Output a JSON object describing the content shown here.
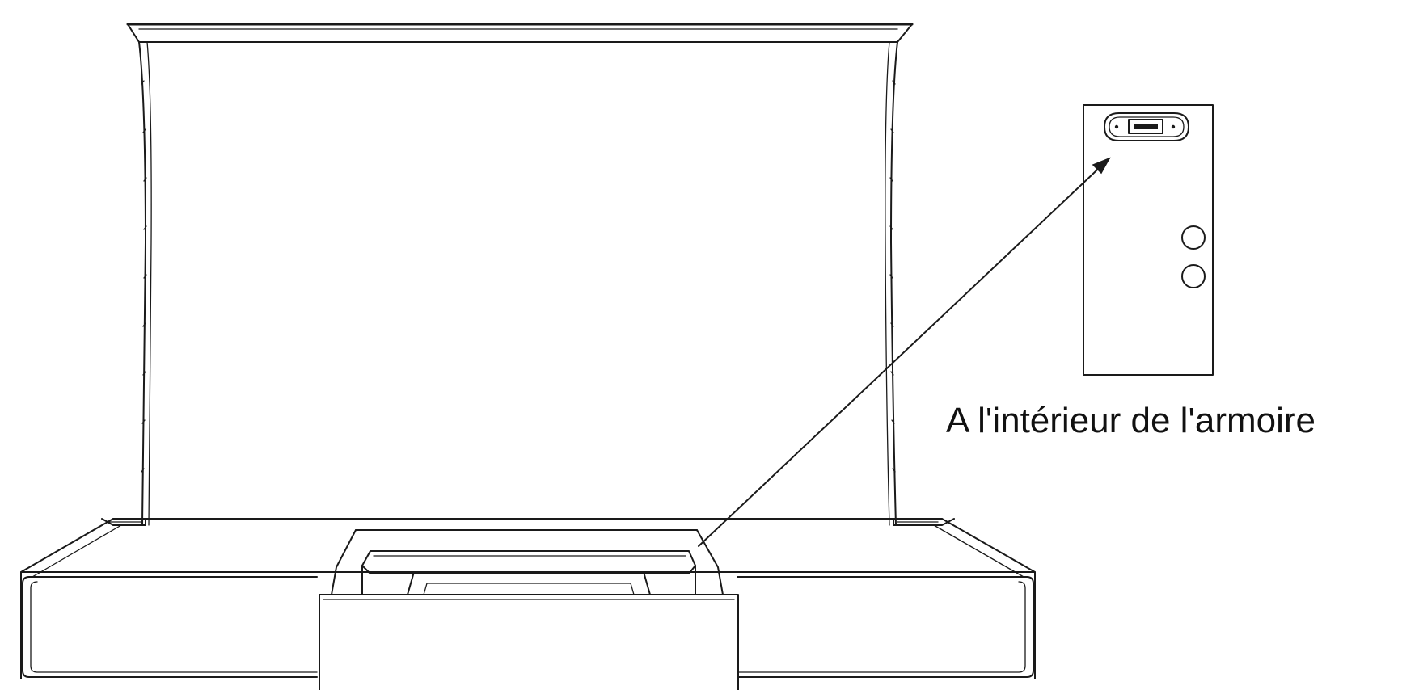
{
  "diagram": {
    "caption": "A l'intérieur de l'armoire",
    "components": {
      "screen": "projection-screen",
      "cabinet": "cabinet-base",
      "inset_panel": "control-panel-inset",
      "usb_port": "usb-port-icon",
      "buttons": [
        "round-button-icon",
        "round-button-icon"
      ],
      "pointer": "arrow-icon"
    }
  },
  "colors": {
    "line": "#1a1a1a",
    "background": "#ffffff"
  }
}
